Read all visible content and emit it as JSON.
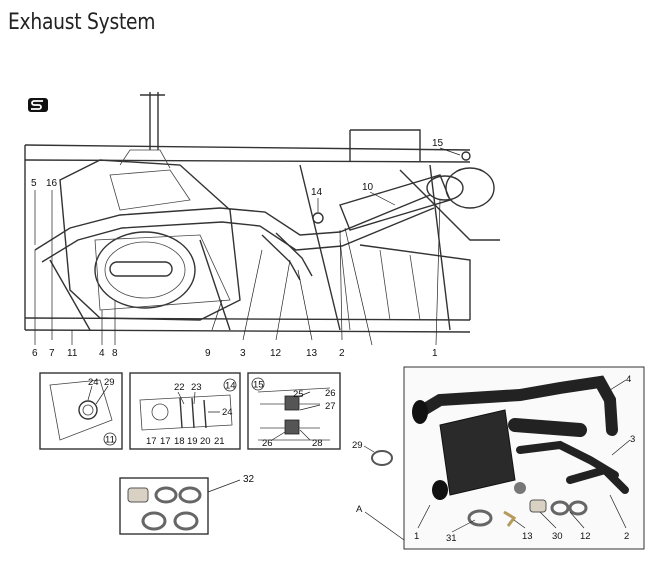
{
  "title": "Exhaust System",
  "brand_icon": "s-logo-icon",
  "callouts": {
    "c1": "1",
    "c2": "2",
    "c3": "3",
    "c4": "4",
    "c5": "5",
    "c6": "6",
    "c7": "7",
    "c8": "8",
    "c9": "9",
    "c10": "10",
    "c11": "11",
    "c12": "12",
    "c13": "13",
    "c14": "14",
    "c15": "15",
    "c16": "16"
  },
  "inset11": {
    "badge": "11",
    "labels": [
      "24",
      "29"
    ]
  },
  "inset14": {
    "badge": "14",
    "labels": [
      "22",
      "23",
      "24",
      "17",
      "17",
      "18",
      "19",
      "20",
      "21"
    ]
  },
  "inset15": {
    "badge": "15",
    "labels": [
      "25",
      "26",
      "27",
      "26",
      "28"
    ]
  },
  "part29": "29",
  "kit32": {
    "label": "32"
  },
  "photo": {
    "label_a": "A",
    "labels": [
      "4",
      "3",
      "2",
      "1",
      "31",
      "13",
      "30",
      "12"
    ]
  }
}
